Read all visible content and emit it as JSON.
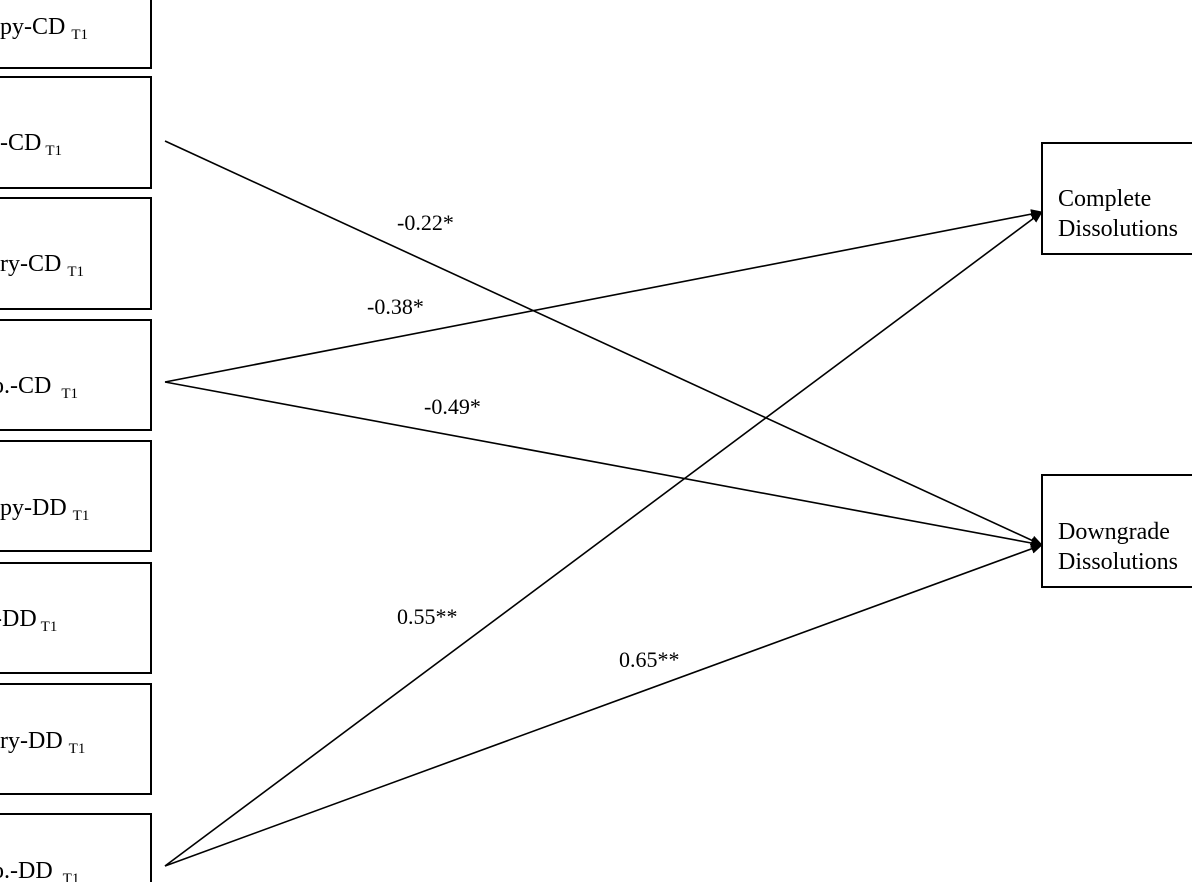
{
  "diagram": {
    "predictors": [
      {
        "id": "p1",
        "label": "py-CD",
        "subscript": "T1"
      },
      {
        "id": "p2",
        "label": "-CD",
        "subscript": "T1"
      },
      {
        "id": "p3",
        "label": "ry-CD",
        "subscript": "T1"
      },
      {
        "id": "p4",
        "label": "o.-CD",
        "subscript": "T1"
      },
      {
        "id": "p5",
        "label": "py-DD",
        "subscript": "T1"
      },
      {
        "id": "p6",
        "label": "-DD",
        "subscript": "T1"
      },
      {
        "id": "p7",
        "label": "ry-DD",
        "subscript": "T1"
      },
      {
        "id": "p8",
        "label": "o.-DD",
        "subscript": "T1"
      }
    ],
    "outcomes": [
      {
        "id": "o1",
        "lines": [
          "Complete",
          "Dissolutions"
        ]
      },
      {
        "id": "o2",
        "lines": [
          "Downgrade",
          "Dissolutions"
        ]
      }
    ],
    "edges": [
      {
        "from": "p2",
        "to": "o2",
        "label": "-0.22*"
      },
      {
        "from": "p4",
        "to": "o1",
        "label": "-0.38*"
      },
      {
        "from": "p4",
        "to": "o2",
        "label": "-0.49*"
      },
      {
        "from": "p8",
        "to": "o1",
        "label": "0.55**"
      },
      {
        "from": "p8",
        "to": "o2",
        "label": "0.65**"
      }
    ]
  }
}
